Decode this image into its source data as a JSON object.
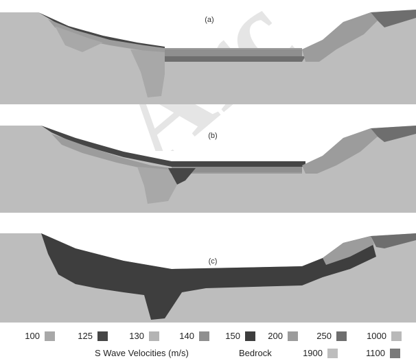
{
  "watermark": {
    "text": "Arc",
    "color": "#000000"
  },
  "panels": [
    {
      "label": "(a)"
    },
    {
      "label": "(b)"
    },
    {
      "label": "(c)"
    }
  ],
  "colors": {
    "bedrock_1900": "#bdbdbd",
    "bedrock_1100": "#7a7a7a",
    "v100": "#a8a8a8",
    "v125": "#464646",
    "v130": "#b4b4b4",
    "v140": "#8f8f8f",
    "v150": "#3e3e3e",
    "v200": "#9c9c9c",
    "v250": "#6e6e6e",
    "v1000": "#b9b9b9"
  },
  "legend": {
    "velocities": [
      {
        "label": "100",
        "color": "#a8a8a8"
      },
      {
        "label": "125",
        "color": "#464646"
      },
      {
        "label": "130",
        "color": "#b4b4b4"
      },
      {
        "label": "140",
        "color": "#8f8f8f"
      },
      {
        "label": "150",
        "color": "#3e3e3e"
      },
      {
        "label": "200",
        "color": "#9c9c9c"
      },
      {
        "label": "250",
        "color": "#6e6e6e"
      },
      {
        "label": "1000",
        "color": "#b9b9b9"
      }
    ],
    "caption": "S Wave Velocities (m/s)",
    "bedrock_label": "Bedrock",
    "bedrock": [
      {
        "label": "1900",
        "color": "#bdbdbd"
      },
      {
        "label": "1100",
        "color": "#7a7a7a"
      }
    ]
  }
}
